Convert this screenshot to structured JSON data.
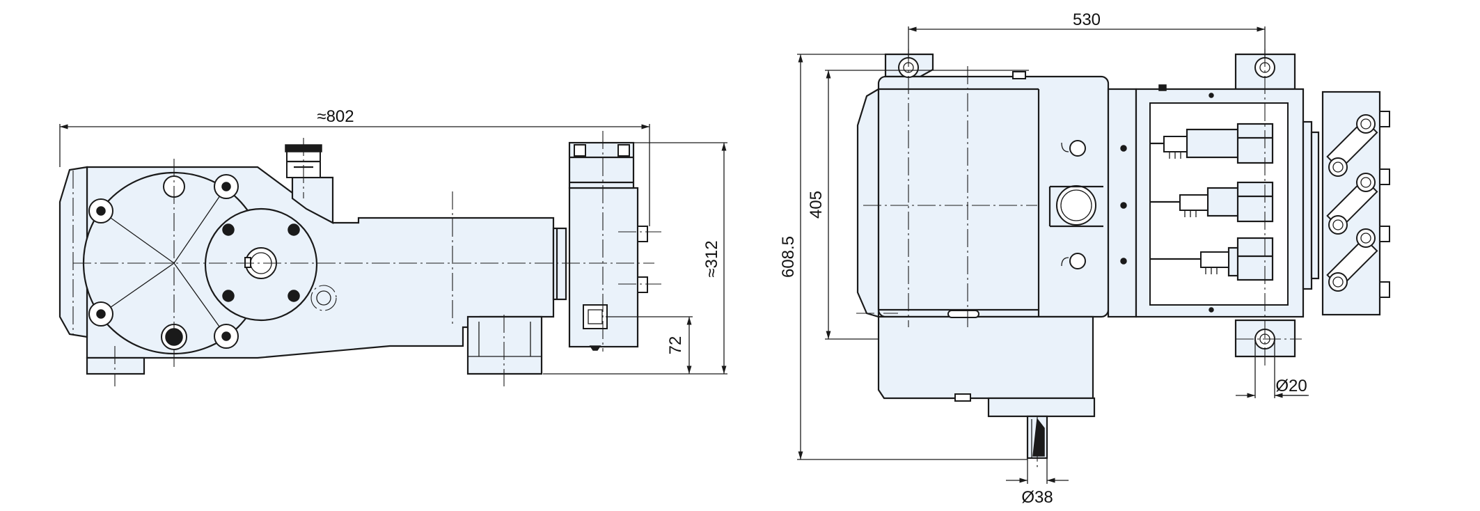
{
  "dimensions": {
    "side_overall_length": "≈802",
    "side_height": "≈312",
    "side_outlet_height": "72",
    "top_width": "530",
    "top_mount_depth": "405",
    "top_overall_depth": "608.5",
    "top_bolt_hole": "Ø20",
    "top_shaft_diameter": "Ø38"
  },
  "colors": {
    "body_fill": "#eaf2fa",
    "outline": "#1a1a1a"
  }
}
